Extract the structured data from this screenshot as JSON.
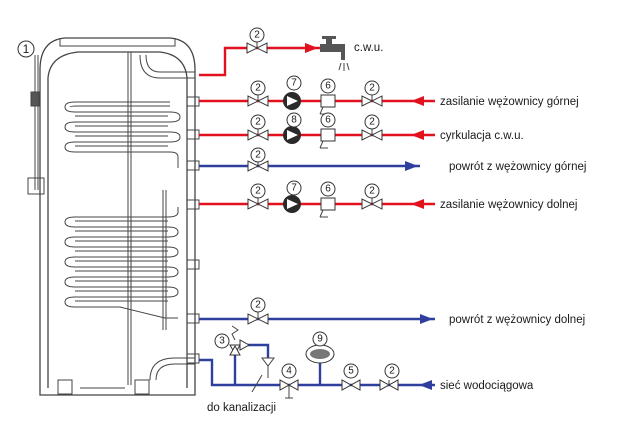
{
  "labels": {
    "tank_number": "1",
    "cwu": "c.w.u.",
    "supply_upper": "zasilanie wężownicy górnej",
    "circulation": "cyrkulacja c.w.u.",
    "return_upper": "powrót z wężownicy górnej",
    "supply_lower": "zasilanie wężownicy dolnej",
    "return_lower": "powrót z wężownicy dolnej",
    "water_mains": "sieć wodociągowa",
    "drain": "do kanalizacji"
  },
  "components": {
    "valve": "2",
    "safety_valve": "3",
    "reducer": "4",
    "check_valve": "5",
    "filter": "6",
    "pump_heating": "7",
    "pump_circulation": "8",
    "expansion_vessel": "9"
  },
  "colors": {
    "hot": "#e3101d",
    "cold": "#2f3f9e",
    "outline": "#444444"
  }
}
